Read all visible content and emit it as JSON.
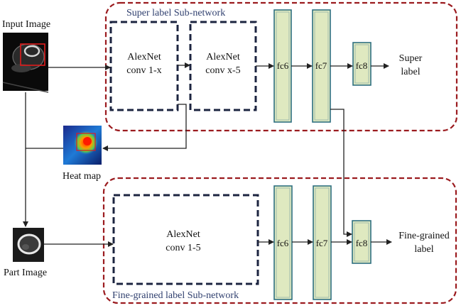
{
  "colors": {
    "region_border": "#9b1b1f",
    "subnet_title": "#2f3f6e",
    "box_border": "#1c2440",
    "fc_fill": "#dfe9c0",
    "fc_border": "#2e6f80",
    "arrow": "#222222",
    "scan_box": "#e01b1b"
  },
  "input_image": {
    "label": "Input Image",
    "image_type": "ct-scan-thumbnail"
  },
  "heat_map": {
    "label": "Heat map",
    "image_type": "heatmap-thumbnail"
  },
  "part_image": {
    "label": "Part Image",
    "image_type": "cropped-ct-thumbnail"
  },
  "super_network": {
    "title": "Super label Sub-network",
    "block1": {
      "line1": "AlexNet",
      "line2": "conv 1-x"
    },
    "block2": {
      "line1": "AlexNet",
      "line2": "conv x-5"
    },
    "fc6": "fc6",
    "fc7": "fc7",
    "fc8": "fc8",
    "output": {
      "line1": "Super",
      "line2": "label"
    }
  },
  "fine_network": {
    "title": "Fine-grained label Sub-network",
    "block1": {
      "line1": "AlexNet",
      "line2": "conv 1-5"
    },
    "fc6": "fc6",
    "fc7": "fc7",
    "fc8": "fc8",
    "output": {
      "line1": "Fine-grained",
      "line2": "label"
    }
  }
}
